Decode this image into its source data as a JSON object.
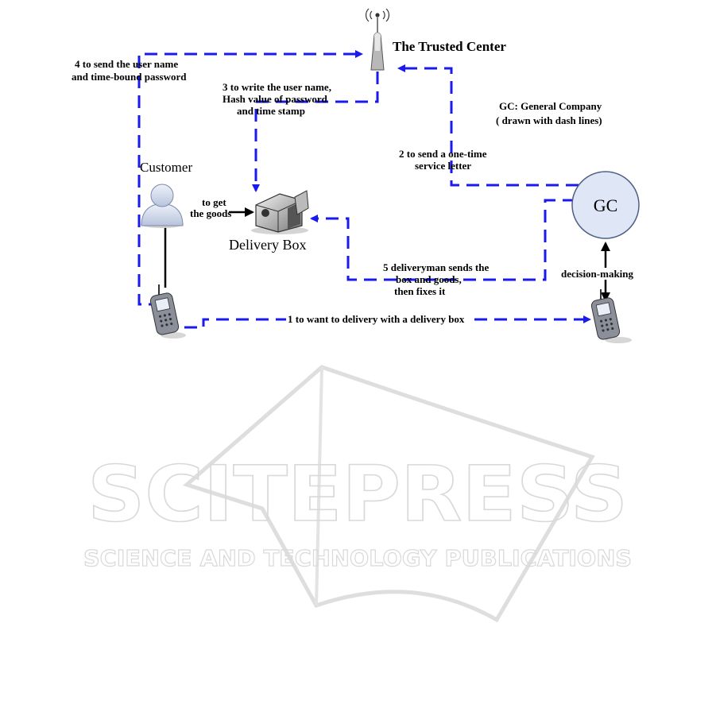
{
  "nodes": {
    "trusted_center": "The Trusted Center",
    "customer": "Customer",
    "delivery_box": "Delivery Box",
    "gc": "GC",
    "gc_legend_line1": "GC: General Company",
    "gc_legend_line2": "( drawn with  dash lines)"
  },
  "edges": {
    "step1": "1 to want to delivery with a delivery box",
    "step2_line1": "2 to send a one-time",
    "step2_line2": "service letter",
    "step3_line1": "3 to write the user name,",
    "step3_line2": "Hash value of password",
    "step3_line3": "and time stamp",
    "step4_line1": "4 to send the user name",
    "step4_line2": "and time-bound password",
    "step5_line1": "5 deliveryman sends the",
    "step5_line2": "box and goods,",
    "step5_line3": "then fixes it",
    "get_goods_line1": "to get",
    "get_goods_line2": "the goods",
    "decision": "decision-making"
  },
  "watermark": {
    "main": "SCITEPRESS",
    "sub": "SCIENCE AND TECHNOLOGY PUBLICATIONS"
  },
  "colors": {
    "flow_line": "#1a1aee",
    "gc_fill": "#dfe6f5",
    "watermark": "#d9d9d9"
  }
}
